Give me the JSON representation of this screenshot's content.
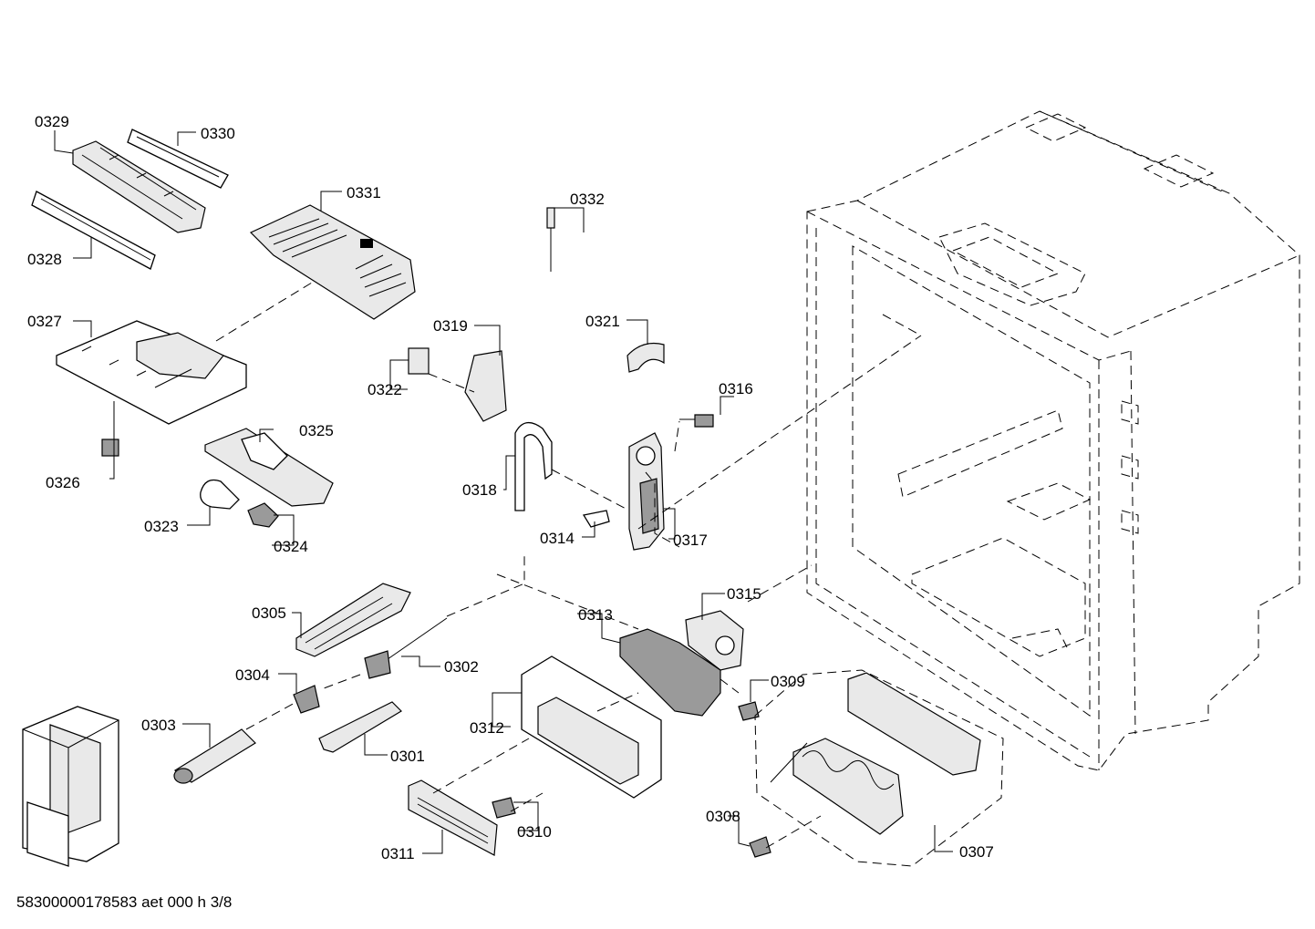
{
  "diagram": {
    "part_labels": {
      "p0301": "0301",
      "p0302": "0302",
      "p0303": "0303",
      "p0304": "0304",
      "p0305": "0305",
      "p0307": "0307",
      "p0308": "0308",
      "p0309": "0309",
      "p0310": "0310",
      "p0311": "0311",
      "p0312": "0312",
      "p0313": "0313",
      "p0314": "0314",
      "p0315": "0315",
      "p0316": "0316",
      "p0317": "0317",
      "p0318": "0318",
      "p0319": "0319",
      "p0321": "0321",
      "p0322": "0322",
      "p0323": "0323",
      "p0324": "0324",
      "p0325": "0325",
      "p0326": "0326",
      "p0327": "0327",
      "p0328": "0328",
      "p0329": "0329",
      "p0330": "0330",
      "p0331": "0331",
      "p0332": "0332"
    },
    "footer_code": "58300000178583 aet 000 h 3/8"
  }
}
